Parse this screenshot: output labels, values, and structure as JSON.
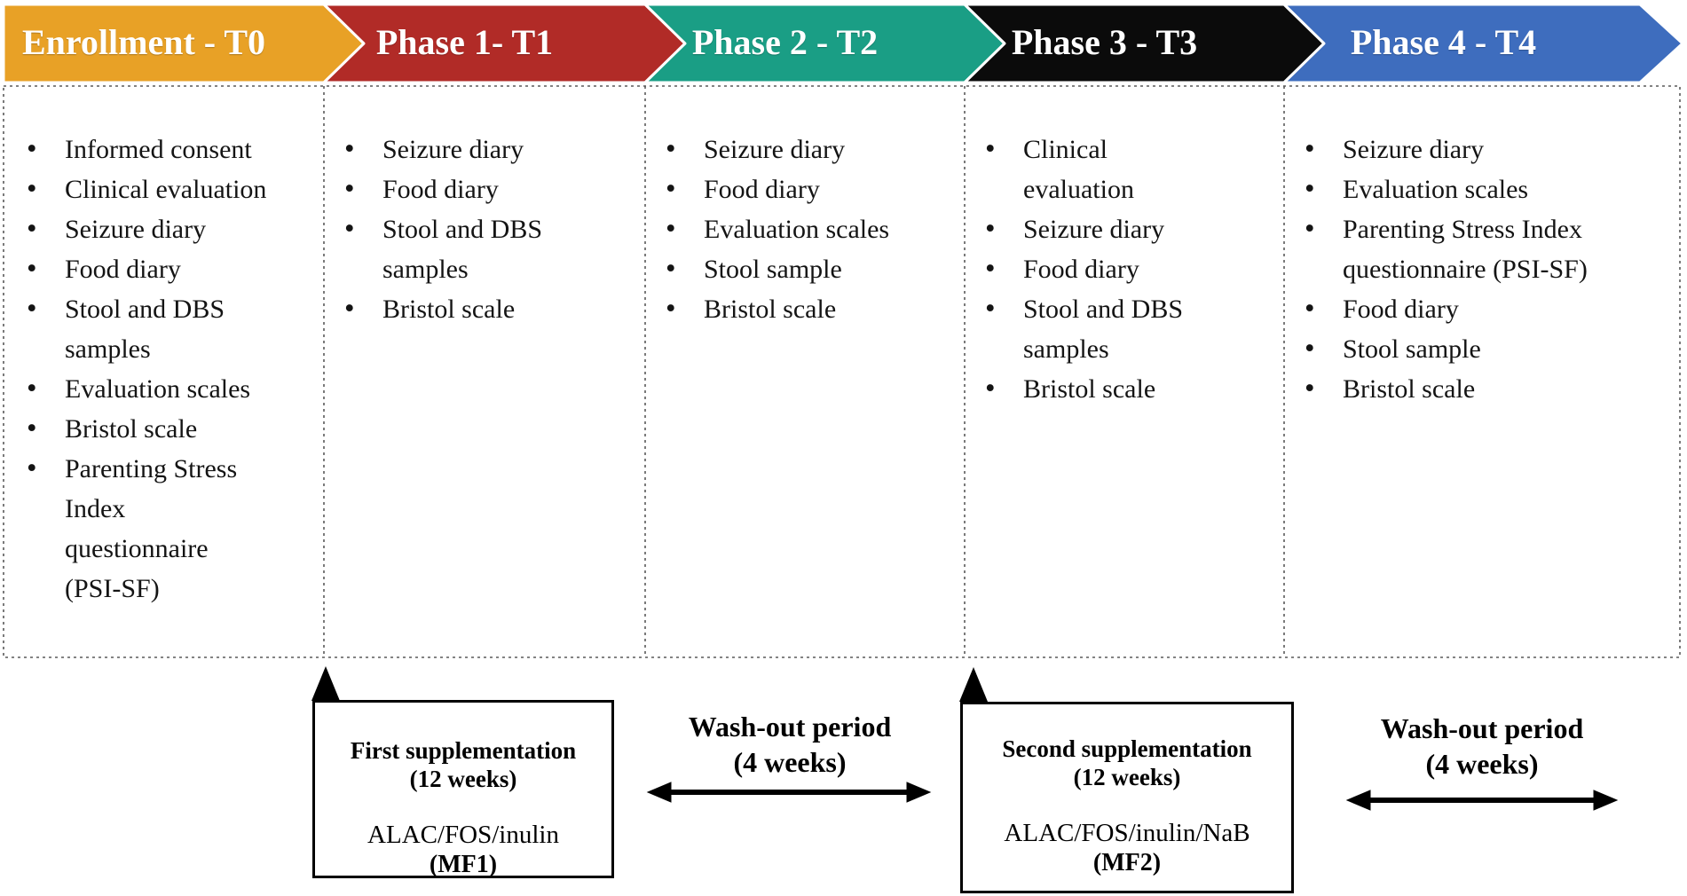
{
  "phases": [
    {
      "label": "Enrollment - T0",
      "color": "#E8A126",
      "items": [
        "Informed consent",
        "Clinical evaluation",
        "Seizure diary",
        "Food diary",
        "Stool and DBS\nsamples",
        "Evaluation scales",
        "Bristol scale",
        "Parenting Stress\nIndex\nquestionnaire\n(PSI-SF)"
      ]
    },
    {
      "label": "Phase 1- T1",
      "color": "#B12B27",
      "items": [
        "Seizure diary",
        "Food diary",
        "Stool and DBS\nsamples",
        "Bristol scale"
      ]
    },
    {
      "label": "Phase 2 - T2",
      "color": "#1A9E85",
      "items": [
        "Seizure diary",
        "Food diary",
        "Evaluation scales",
        "Stool sample",
        "Bristol scale"
      ]
    },
    {
      "label": "Phase 3 - T3",
      "color": "#0B0B0B",
      "items": [
        "Clinical\nevaluation",
        "Seizure diary",
        "Food diary",
        "Stool and DBS\nsamples",
        "Bristol scale"
      ]
    },
    {
      "label": "Phase 4 - T4",
      "color": "#3E6DBE",
      "items": [
        "Seizure diary",
        "Evaluation scales",
        "Parenting Stress Index\nquestionnaire (PSI-SF)",
        "Food diary",
        "Stool sample",
        "Bristol scale"
      ]
    }
  ],
  "annotations": {
    "supplement1": {
      "title": "First supplementation",
      "duration": "(12 weeks)",
      "compound": "ALAC/FOS/inulin",
      "code": "(MF1)"
    },
    "washout1": {
      "title": "Wash-out period",
      "duration": "(4 weeks)"
    },
    "supplement2": {
      "title": "Second supplementation",
      "duration": "(12 weeks)",
      "compound": "ALAC/FOS/inulin/NaB",
      "code": "(MF2)"
    },
    "washout2": {
      "title": "Wash-out period",
      "duration": "(4 weeks)"
    }
  }
}
